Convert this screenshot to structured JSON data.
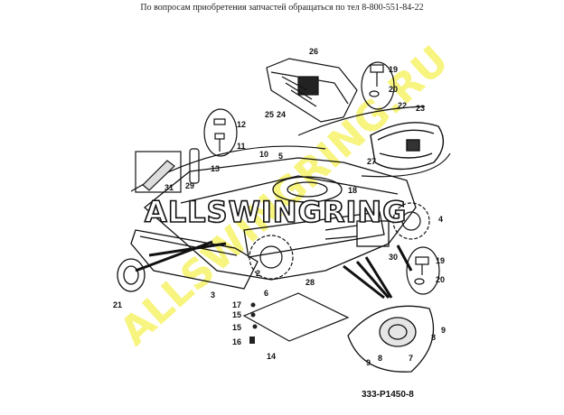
{
  "header_text": "По вопросам приобретения запчастей обращаться по тел 8-800-551-84-22",
  "diagram_code": "333-P1450-8",
  "watermarks": {
    "overlay_label": "ALLSWINGRING",
    "diagonal_label": "ALLSWINGRING.RU"
  },
  "callouts": {
    "c2": "2",
    "c3": "3",
    "c4": "4",
    "c5": "5",
    "c6": "6",
    "c7": "7",
    "c8a": "8",
    "c8b": "8",
    "c9a": "9",
    "c9b": "9",
    "c10": "10",
    "c11": "11",
    "c12": "12",
    "c13": "13",
    "c14": "14",
    "c15a": "15",
    "c15b": "15",
    "c16": "16",
    "c17": "17",
    "c18": "18",
    "c19a": "19",
    "c19b": "19",
    "c20a": "20",
    "c20b": "20",
    "c21": "21",
    "c22": "22",
    "c23": "23",
    "c24": "24",
    "c25": "25",
    "c26": "26",
    "c27": "27",
    "c28": "28",
    "c29": "29",
    "c30": "30",
    "c31": "31"
  },
  "colors": {
    "ink": "#111111",
    "watermark_yellow": "#f4f04a"
  }
}
